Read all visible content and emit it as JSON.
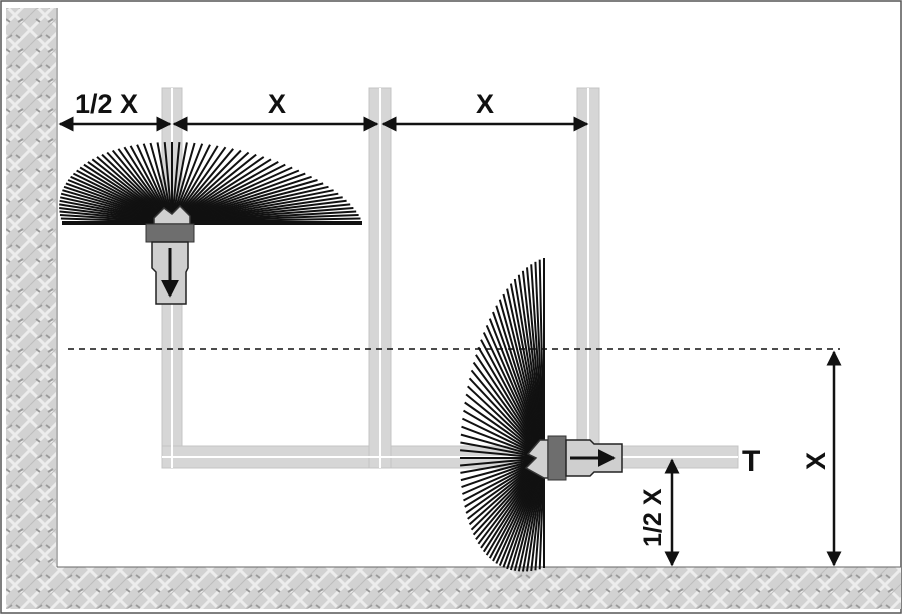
{
  "labels": {
    "dim_half_x_top": "1/2 X",
    "dim_x_top_1": "X",
    "dim_x_top_2": "X",
    "dim_x_right": "X",
    "dim_half_x_bottom": "1/2 X",
    "pipe_end_t": "T"
  },
  "colors": {
    "pipe": "#d4d4d4",
    "pipe_edge": "#c2c2c2",
    "line": "#111111",
    "floor_pattern": "#cfcfcf"
  }
}
